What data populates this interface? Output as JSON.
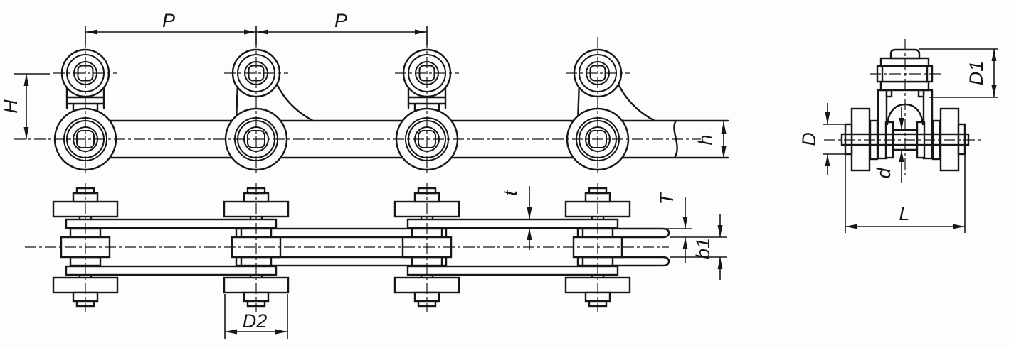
{
  "drawing": {
    "title": "roller-chain-with-attachments-three-view-drawing",
    "line_color": "#161616",
    "background_color": "#fdfdfd",
    "side_view": {
      "pitch_label_1": "P",
      "pitch_label_2": "P",
      "attachment_height_label": "H",
      "plate_height_label": "h"
    },
    "plan_view": {
      "plate_thickness_label": "t",
      "outer_plate_thickness_label": "T",
      "inner_width_label": "b1",
      "flange_width_label": "D2"
    },
    "end_view": {
      "eye_diameter_label": "D1",
      "roller_diameter_label": "D",
      "pin_diameter_label": "d",
      "axle_length_label": "L"
    }
  }
}
